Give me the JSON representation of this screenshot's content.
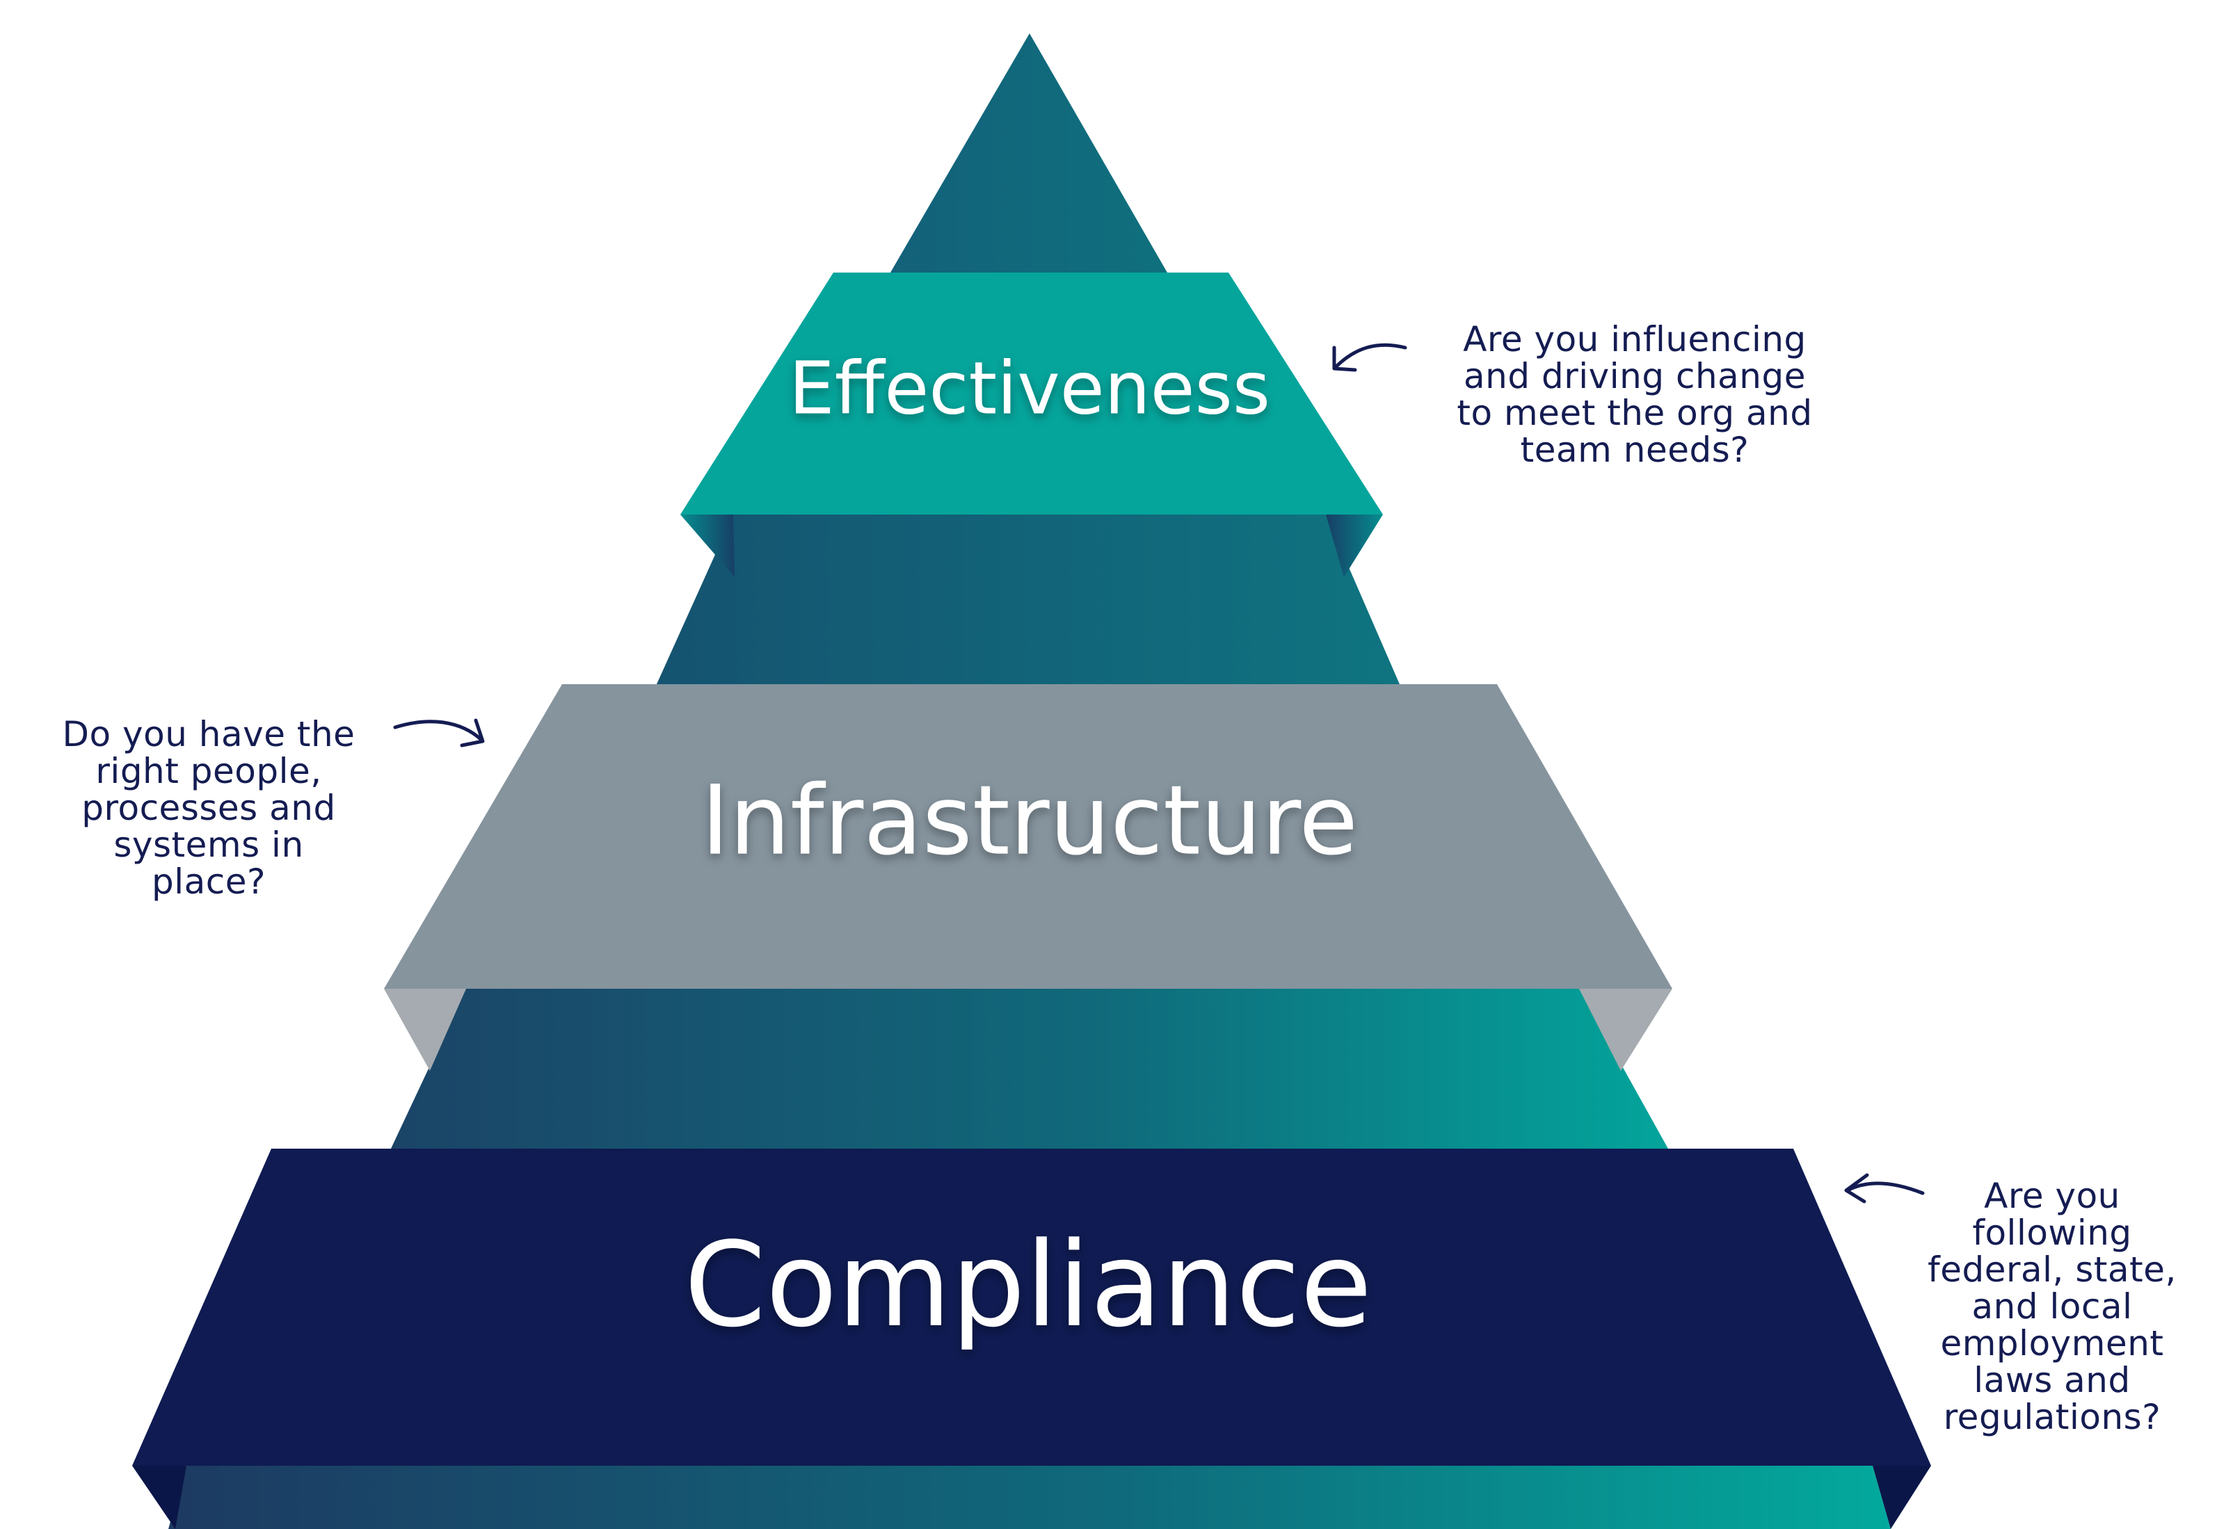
{
  "tiers": [
    {
      "label": "Effectiveness"
    },
    {
      "label": "Infrastructure"
    },
    {
      "label": "Compliance"
    }
  ],
  "notes": {
    "effectiveness": [
      "Are you influencing",
      "and driving change",
      "to meet the org and",
      "team needs?"
    ],
    "infrastructure": [
      "Do you have the",
      "right people,",
      "processes and",
      "systems in",
      "place?"
    ],
    "compliance": [
      "Are you",
      "following",
      "federal, state,",
      "and local",
      "employment",
      "laws and",
      "regulations?"
    ]
  },
  "colors": {
    "teal_dark": "#15556f",
    "teal_mid": "#0f6d7c",
    "teal_light": "#05a59c",
    "gray_band": "#86949e",
    "navy_band": "#0f1b52",
    "text_note": "#141c52"
  }
}
